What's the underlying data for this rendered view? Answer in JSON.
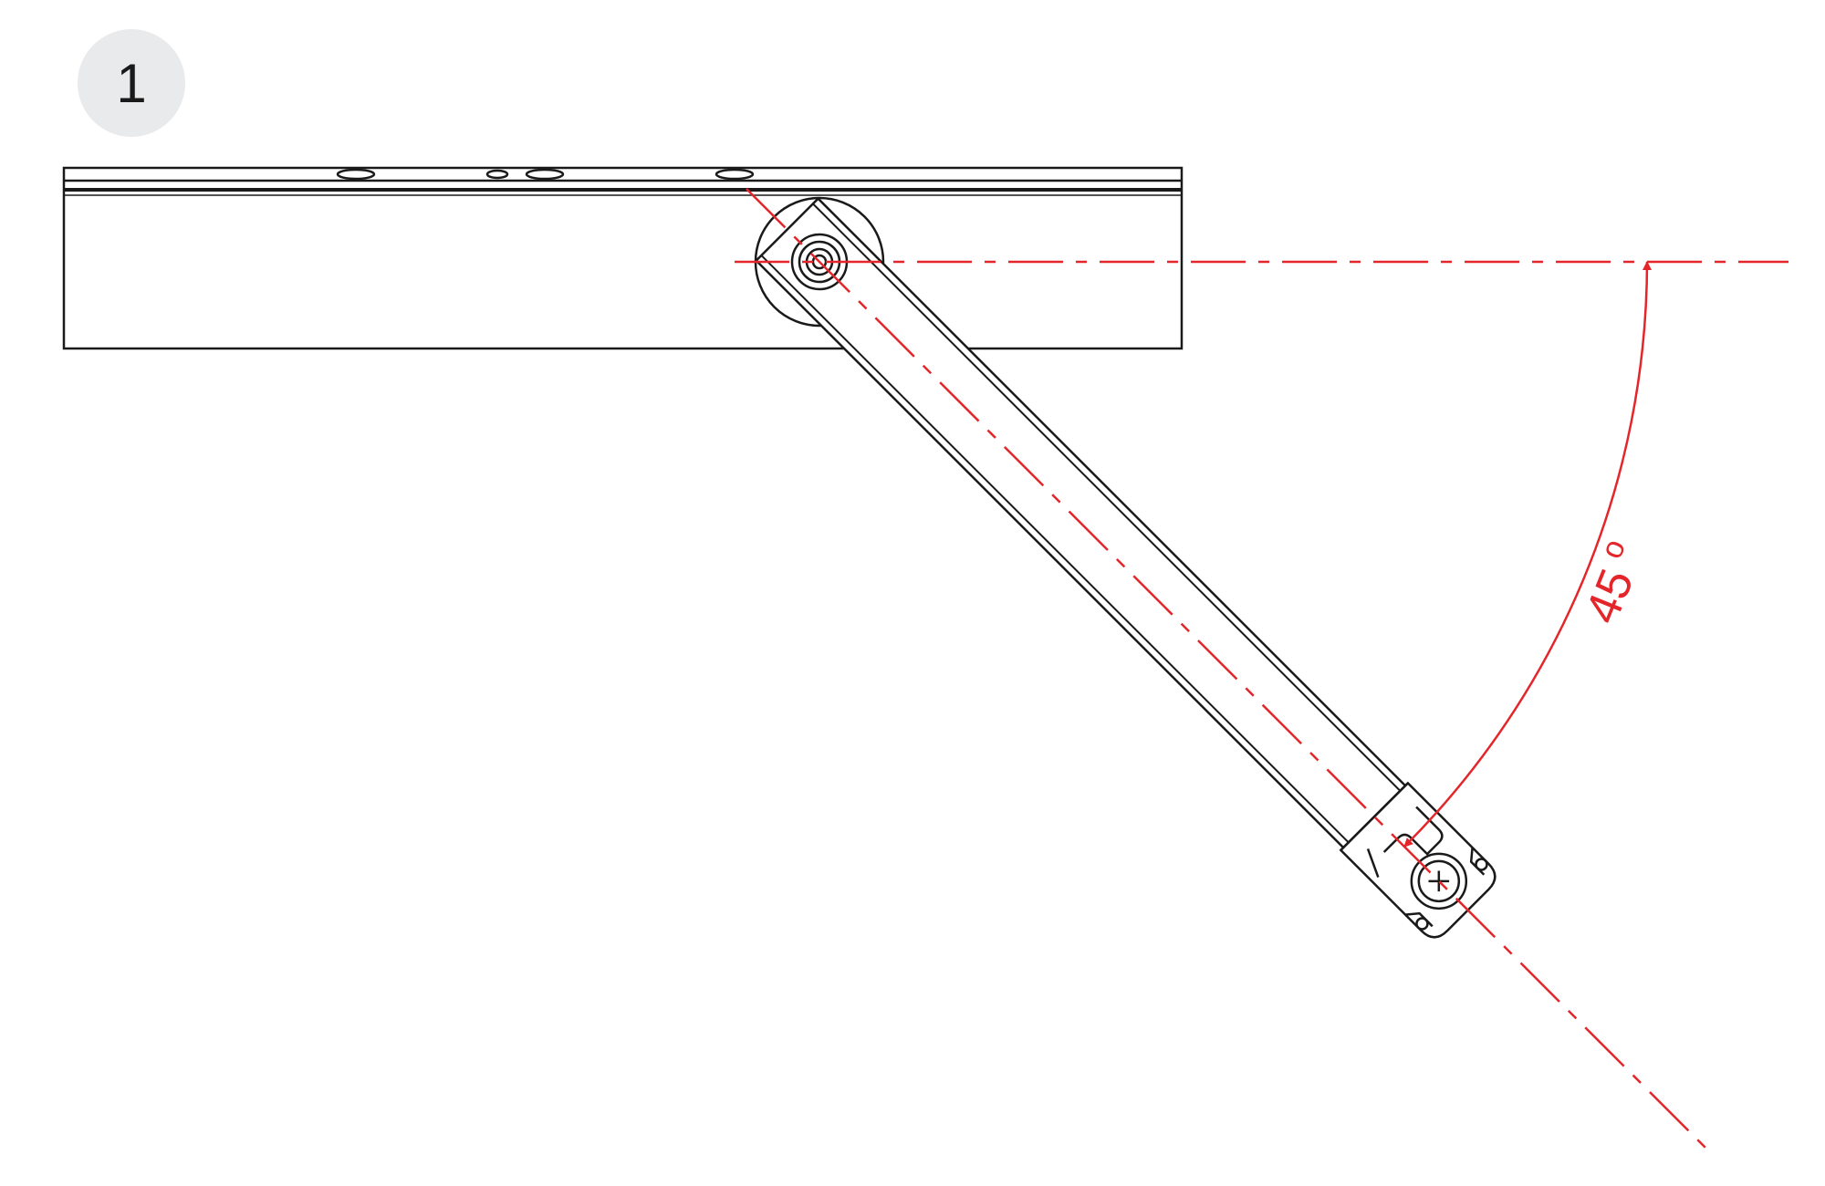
{
  "step": {
    "number": "1"
  },
  "dimension": {
    "angle_value": "45",
    "angle_unit": "o"
  },
  "colors": {
    "line": "#1a1a1a",
    "dimension": "#e4262b",
    "badge_bg": "#e9eaeb"
  }
}
